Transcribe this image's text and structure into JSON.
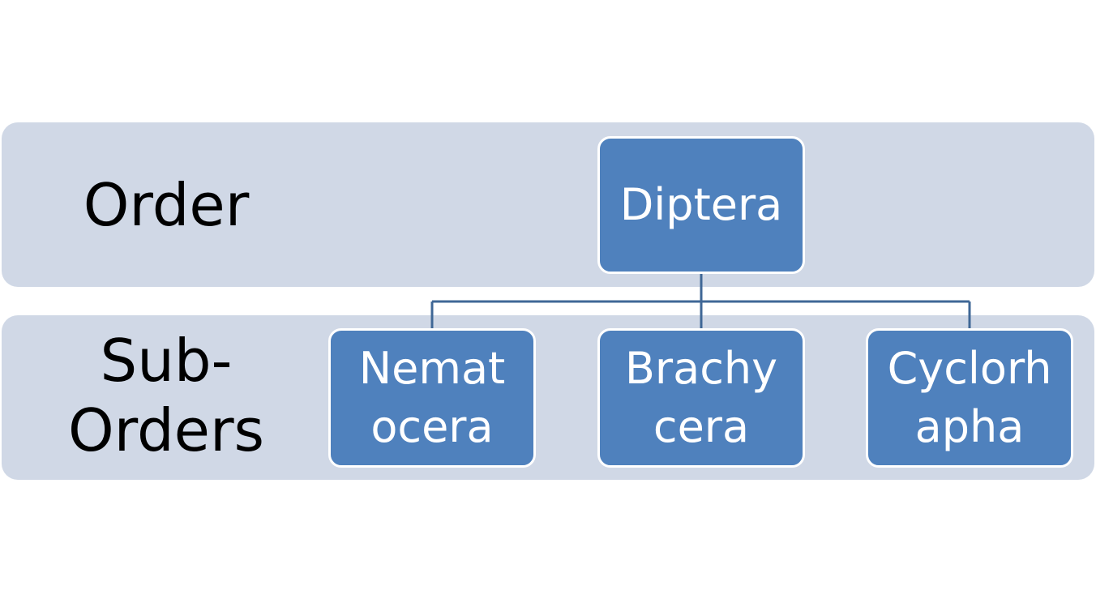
{
  "rows": {
    "order_label": "Order",
    "suborder_label": "Sub-\nOrders"
  },
  "tree": {
    "root": "Diptera",
    "children": [
      "Nemat\nocera",
      "Brachy\ncera",
      "Cyclorh\napha"
    ]
  },
  "colors": {
    "band": "#d0d8e6",
    "node": "#4f81bd",
    "connector": "#3f6796"
  }
}
